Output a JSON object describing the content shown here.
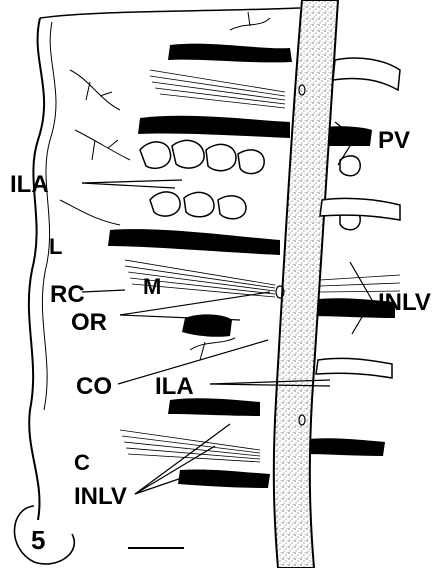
{
  "figure_number": "5",
  "labels": {
    "pv": "PV",
    "ila_upper": "ILA",
    "l": "L",
    "m": "M",
    "rc": "RC",
    "or": "OR",
    "inlv_right": "INLV",
    "co": "CO",
    "ila_lower": "ILA",
    "c": "C",
    "inlv_bottom": "INLV"
  }
}
